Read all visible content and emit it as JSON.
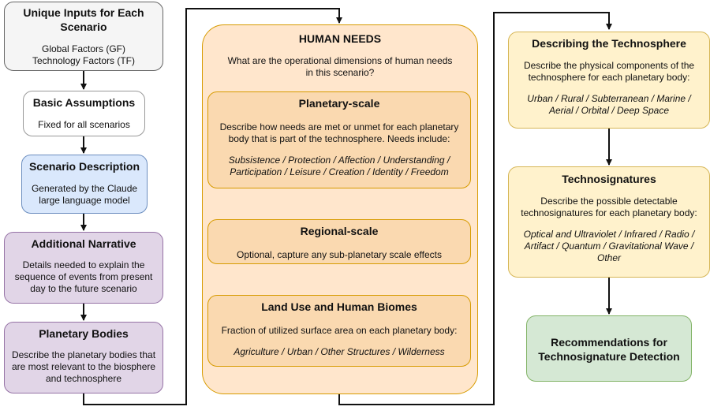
{
  "col1": {
    "inputs": {
      "title": "Unique Inputs for Each Scenario",
      "line1": "Global Factors (GF)",
      "line2": "Technology Factors (TF)"
    },
    "assumptions": {
      "title": "Basic Assumptions",
      "body": "Fixed for all scenarios"
    },
    "scenario": {
      "title": "Scenario Description",
      "body": "Generated by the Claude large language model"
    },
    "narrative": {
      "title": "Additional Narrative",
      "body": "Details needed to explain the sequence of events from present day to the future scenario"
    },
    "bodies": {
      "title": "Planetary Bodies",
      "body": "Describe the planetary bodies that are most relevant to the biosphere and technosphere"
    }
  },
  "col2": {
    "title": "HUMAN NEEDS",
    "question": "What are the operational dimensions of human needs in this scenario?",
    "planetary": {
      "title": "Planetary-scale",
      "body": "Describe how needs are met or unmet for each planetary body that is part of the technosphere. Needs include:",
      "items": "Subsistence / Protection / Affection / Understanding / Participation / Leisure / Creation / Identity / Freedom"
    },
    "regional": {
      "title": "Regional-scale",
      "body": "Optional, capture any sub-planetary scale effects"
    },
    "landuse": {
      "title": "Land Use and Human Biomes",
      "body": "Fraction of utilized surface area on each planetary body:",
      "items": "Agriculture / Urban / Other Structures / Wilderness"
    }
  },
  "col3": {
    "technosphere": {
      "title": "Describing the Technosphere",
      "body": "Describe the physical components of the technosphere for each planetary body:",
      "items": "Urban / Rural / Subterranean / Marine / Aerial / Orbital / Deep Space"
    },
    "technosignatures": {
      "title": "Technosignatures",
      "body": "Describe the possible detectable technosignatures for each planetary body:",
      "items": "Optical and Ultraviolet / Infrared / Radio / Artifact / Quantum / Gravitational Wave / Other"
    },
    "recommendations": {
      "title": "Recommendations for Technosignature Detection"
    }
  }
}
